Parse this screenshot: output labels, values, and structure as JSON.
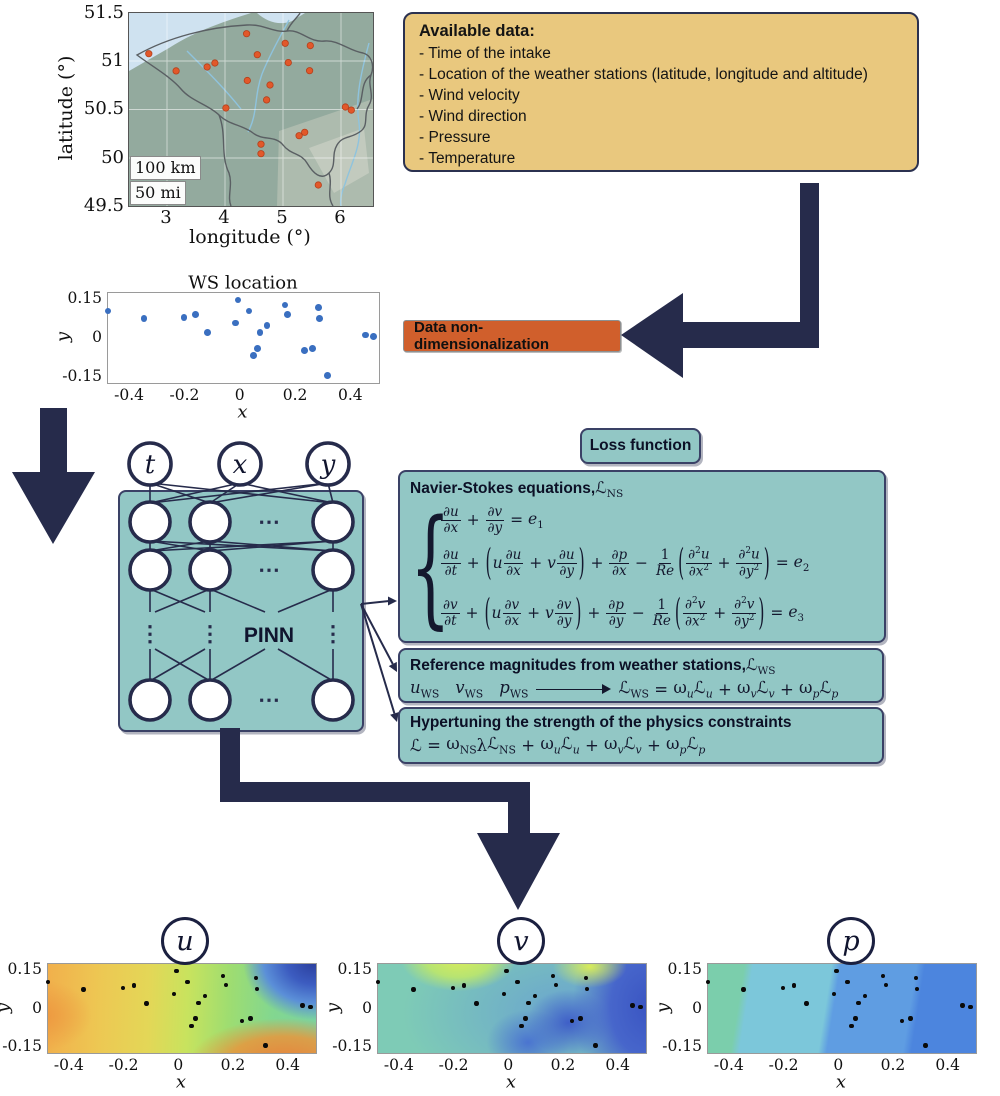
{
  "colors": {
    "navy": "#262b4b",
    "teal": "#92c7c5",
    "tan": "#e9c87e",
    "orange_box": "#d05f2c",
    "map_dot": "#e2582a",
    "scatter_dot": "#3a6fc0",
    "land": "#93aa9e",
    "sea": "#cfe2f0"
  },
  "map": {
    "ylabel": "latitude (°)",
    "xlabel": "longitude (°)",
    "yticks": [
      "51.5",
      "51",
      "50.5",
      "50",
      "49.5"
    ],
    "xticks": [
      "3",
      "4",
      "5",
      "6"
    ],
    "scale_labels": [
      "100 km",
      "50 mi"
    ],
    "stations": [
      [
        0.081,
        0.211
      ],
      [
        0.193,
        0.3
      ],
      [
        0.32,
        0.28
      ],
      [
        0.352,
        0.259
      ],
      [
        0.482,
        0.107
      ],
      [
        0.526,
        0.216
      ],
      [
        0.64,
        0.157
      ],
      [
        0.653,
        0.257
      ],
      [
        0.743,
        0.169
      ],
      [
        0.74,
        0.299
      ],
      [
        0.485,
        0.35
      ],
      [
        0.578,
        0.373
      ],
      [
        0.564,
        0.45
      ],
      [
        0.397,
        0.492
      ],
      [
        0.887,
        0.487
      ],
      [
        0.911,
        0.503
      ],
      [
        0.697,
        0.636
      ],
      [
        0.72,
        0.618
      ],
      [
        0.541,
        0.68
      ],
      [
        0.541,
        0.729
      ],
      [
        0.776,
        0.891
      ]
    ]
  },
  "available_data": {
    "title": "Available data:",
    "items": [
      "- Time of the intake",
      "- Location of the weather stations (latitude, longitude and altitude)",
      "- Wind velocity",
      "- Wind direction",
      "- Pressure",
      "- Temperature"
    ]
  },
  "nondim": {
    "label": "Data non-dimensionalization"
  },
  "ws_plot": {
    "title": "WS location",
    "xlabel": "x",
    "ylabel": "y",
    "xticks": [
      "-0.4",
      "-0.2",
      "0",
      "0.2",
      "0.4"
    ],
    "yticks": [
      "0.15",
      "0",
      "-0.15"
    ],
    "points": [
      [
        -0.48,
        0.105
      ],
      [
        -0.35,
        0.075
      ],
      [
        -0.205,
        0.08
      ],
      [
        -0.165,
        0.09
      ],
      [
        -0.12,
        0.02
      ],
      [
        -0.01,
        0.148
      ],
      [
        -0.02,
        0.058
      ],
      [
        0.03,
        0.105
      ],
      [
        0.045,
        -0.068
      ],
      [
        0.06,
        -0.04
      ],
      [
        0.07,
        0.022
      ],
      [
        0.095,
        0.048
      ],
      [
        0.16,
        0.128
      ],
      [
        0.17,
        0.092
      ],
      [
        0.23,
        -0.048
      ],
      [
        0.26,
        -0.04
      ],
      [
        0.28,
        0.12
      ],
      [
        0.285,
        0.077
      ],
      [
        0.315,
        -0.145
      ],
      [
        0.45,
        0.012
      ],
      [
        0.48,
        0.005
      ]
    ]
  },
  "nn": {
    "inputs": [
      "t",
      "x",
      "y"
    ],
    "label": "PINN",
    "hdots": "⋯",
    "vdots": "⋮"
  },
  "loss": {
    "header": "Loss function",
    "ns": {
      "title": "Navier-Stokes equations, ",
      "title_math": [
        {
          "b": "ℒ",
          "s": "NS"
        }
      ],
      "eq1": [
        {
          "f": [
            [
              "∂",
              {
                "i": "u"
              }
            ],
            [
              "∂",
              {
                "i": "x"
              }
            ]
          ]
        },
        " + ",
        {
          "f": [
            [
              "∂",
              {
                "i": "v"
              }
            ],
            [
              "∂",
              {
                "i": "y"
              }
            ]
          ]
        },
        " = ",
        {
          "b": {
            "i": "e"
          },
          "s": "1"
        }
      ],
      "eq2": [
        {
          "f": [
            [
              "∂",
              {
                "i": "u"
              }
            ],
            [
              "∂",
              {
                "i": "t"
              }
            ]
          ]
        },
        " + ",
        {
          "p": "("
        },
        {
          "i": "u"
        },
        {
          "f": [
            [
              "∂",
              {
                "i": "u"
              }
            ],
            [
              "∂",
              {
                "i": "x"
              }
            ]
          ]
        },
        " + ",
        {
          "i": "v"
        },
        {
          "f": [
            [
              "∂",
              {
                "i": "u"
              }
            ],
            [
              "∂",
              {
                "i": "y"
              }
            ]
          ]
        },
        {
          "p": ")"
        },
        " + ",
        {
          "f": [
            [
              "∂",
              {
                "i": "p"
              }
            ],
            [
              "∂",
              {
                "i": "x"
              }
            ]
          ]
        },
        " − ",
        {
          "f": [
            [
              "1"
            ],
            [
              {
                "i": "Re"
              }
            ]
          ]
        },
        {
          "p": "("
        },
        {
          "f": [
            [
              "∂",
              {
                "sup": "2"
              },
              {
                "i": "u"
              }
            ],
            [
              "∂",
              {
                "i": "x"
              },
              {
                "sup": "2"
              }
            ]
          ]
        },
        " + ",
        {
          "f": [
            [
              "∂",
              {
                "sup": "2"
              },
              {
                "i": "u"
              }
            ],
            [
              "∂",
              {
                "i": "y"
              },
              {
                "sup": "2"
              }
            ]
          ]
        },
        {
          "p": ")"
        },
        " = ",
        {
          "b": {
            "i": "e"
          },
          "s": "2"
        }
      ],
      "eq3": [
        {
          "f": [
            [
              "∂",
              {
                "i": "v"
              }
            ],
            [
              "∂",
              {
                "i": "t"
              }
            ]
          ]
        },
        " + ",
        {
          "p": "("
        },
        {
          "i": "u"
        },
        {
          "f": [
            [
              "∂",
              {
                "i": "v"
              }
            ],
            [
              "∂",
              {
                "i": "x"
              }
            ]
          ]
        },
        " + ",
        {
          "i": "v"
        },
        {
          "f": [
            [
              "∂",
              {
                "i": "v"
              }
            ],
            [
              "∂",
              {
                "i": "y"
              }
            ]
          ]
        },
        {
          "p": ")"
        },
        " + ",
        {
          "f": [
            [
              "∂",
              {
                "i": "p"
              }
            ],
            [
              "∂",
              {
                "i": "y"
              }
            ]
          ]
        },
        " − ",
        {
          "f": [
            [
              "1"
            ],
            [
              {
                "i": "Re"
              }
            ]
          ]
        },
        {
          "p": "("
        },
        {
          "f": [
            [
              "∂",
              {
                "sup": "2"
              },
              {
                "i": "v"
              }
            ],
            [
              "∂",
              {
                "i": "x"
              },
              {
                "sup": "2"
              }
            ]
          ]
        },
        " + ",
        {
          "f": [
            [
              "∂",
              {
                "sup": "2"
              },
              {
                "i": "v"
              }
            ],
            [
              "∂",
              {
                "i": "y"
              },
              {
                "sup": "2"
              }
            ]
          ]
        },
        {
          "p": ")"
        },
        " = ",
        {
          "b": {
            "i": "e"
          },
          "s": "3"
        }
      ]
    },
    "ws": {
      "title": "Reference magnitudes from weather stations, ",
      "title_math": [
        {
          "b": "ℒ",
          "s": "WS"
        }
      ],
      "eq": [
        {
          "b": {
            "i": "u"
          },
          "s": "WS"
        },
        {
          "sp": 16
        },
        {
          "b": {
            "i": "v"
          },
          "s": "WS"
        },
        {
          "sp": 16
        },
        {
          "b": {
            "i": "p"
          },
          "s": "WS"
        },
        {
          "arr": 74
        },
        {
          "b": "ℒ",
          "s": "WS"
        },
        " = ",
        {
          "b": "ω",
          "s": "u",
          "si": true
        },
        {
          "b": "ℒ",
          "s": "u",
          "si": true
        },
        " + ",
        {
          "b": "ω",
          "s": "v",
          "si": true
        },
        {
          "b": "ℒ",
          "s": "v",
          "si": true
        },
        " + ",
        {
          "b": "ω",
          "s": "p",
          "si": true
        },
        {
          "b": "ℒ",
          "s": "p",
          "si": true
        }
      ]
    },
    "hyper": {
      "title": "Hypertuning the strength of the physics constraints",
      "eq": [
        "ℒ",
        " = ",
        {
          "b": "ω",
          "s": "NS"
        },
        "λ",
        {
          "b": "ℒ",
          "s": "NS"
        },
        " + ",
        {
          "b": "ω",
          "s": "u",
          "si": true
        },
        {
          "b": "ℒ",
          "s": "u",
          "si": true
        },
        " + ",
        {
          "b": "ω",
          "s": "v",
          "si": true
        },
        {
          "b": "ℒ",
          "s": "v",
          "si": true
        },
        " + ",
        {
          "b": "ω",
          "s": "p",
          "si": true
        },
        {
          "b": "ℒ",
          "s": "p",
          "si": true
        }
      ]
    }
  },
  "fields": {
    "xlabel": "x",
    "ylabel": "y",
    "xticks": [
      "-0.4",
      "-0.2",
      "0",
      "0.2",
      "0.4"
    ],
    "yticks": [
      "0.15",
      "0",
      "-0.15"
    ],
    "plots": [
      {
        "label": "u",
        "palette": [
          "#f1b04c",
          "#e3d757",
          "#9fdd70",
          "#7bd2a0",
          "#2b3f9d",
          "#e9813a"
        ]
      },
      {
        "label": "v",
        "palette": [
          "#7ecbb6",
          "#d9ec5a",
          "#3a55c2",
          "#5b8fd8"
        ]
      },
      {
        "label": "p",
        "palette": [
          "#7bceac",
          "#7cc7da",
          "#5f9de2",
          "#4c85de"
        ]
      }
    ]
  }
}
